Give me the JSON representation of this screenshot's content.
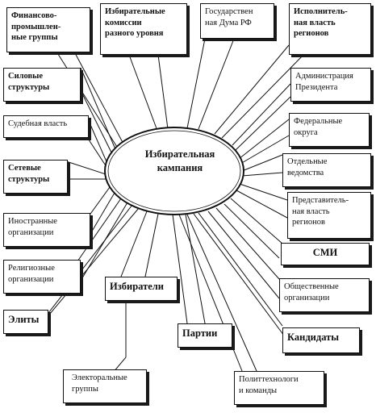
{
  "center": {
    "label": "Избирательная\nкампания"
  },
  "nodes": [
    {
      "id": "finance",
      "label": "Финансово-\nпромышлен-\nные группы"
    },
    {
      "id": "commissions",
      "label": "Избирательные\nкомиссии\nразного уровня"
    },
    {
      "id": "duma",
      "label": "Государствен\nная Дума РФ"
    },
    {
      "id": "regional-exec",
      "label": "Исполнитель-\nная власть\nрегионов"
    },
    {
      "id": "siloviki",
      "label": "Силовые\nструктуры"
    },
    {
      "id": "presidential-admin",
      "label": "Администрация\nПрезидента"
    },
    {
      "id": "judicial",
      "label": "Судебная власть"
    },
    {
      "id": "federal-districts",
      "label": "Федеральные\nокруга"
    },
    {
      "id": "networks",
      "label": "Сетевые\nструктуры"
    },
    {
      "id": "agencies",
      "label": "Отдельные\nведомства"
    },
    {
      "id": "regional-rep",
      "label": "Представитель-\nная власть\nрегионов"
    },
    {
      "id": "foreign",
      "label": "Иностранные\nорганизации"
    },
    {
      "id": "media",
      "label": "СМИ"
    },
    {
      "id": "religious",
      "label": "Религиозные\nорганизации"
    },
    {
      "id": "public-orgs",
      "label": "Общественные\nорганизации"
    },
    {
      "id": "elites",
      "label": "Элиты"
    },
    {
      "id": "voters",
      "label": "Избиратели"
    },
    {
      "id": "parties",
      "label": "Партии"
    },
    {
      "id": "candidates",
      "label": "Кандидаты"
    },
    {
      "id": "electoral-groups",
      "label": "Электоральные\nгруппы"
    },
    {
      "id": "political-tech",
      "label": "Политтехнологи\nи команды"
    }
  ]
}
